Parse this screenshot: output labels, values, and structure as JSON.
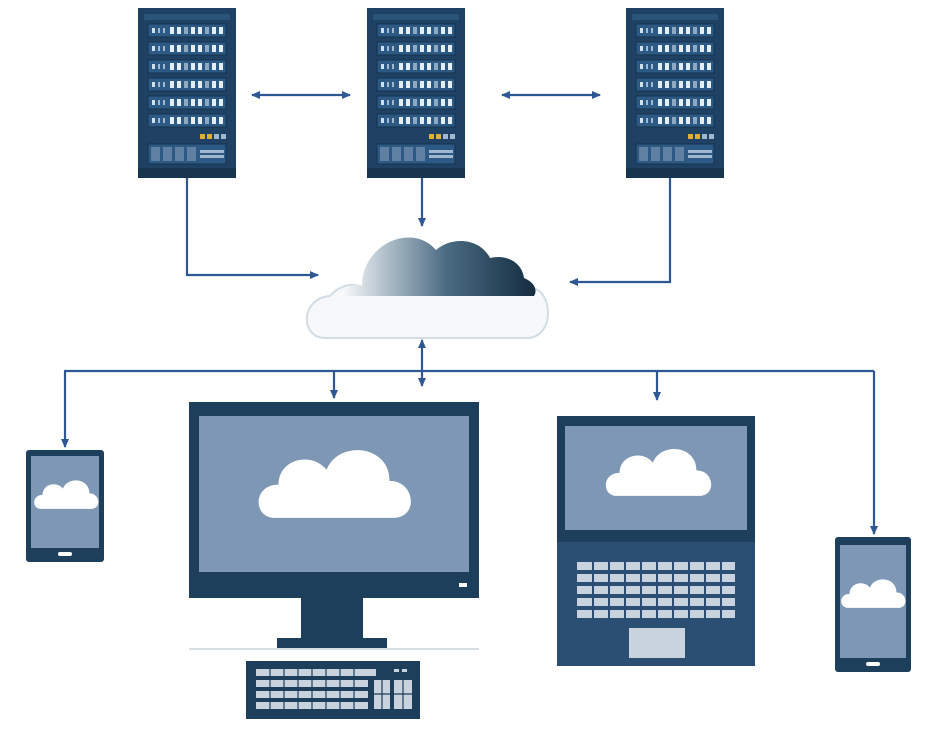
{
  "colors": {
    "background": "#ffffff",
    "device_frame": "#1d3f5c",
    "screen": "#7d97b5",
    "arrow": "#2e5794",
    "cloud_dark": "#1f3a50",
    "cloud_light": "#f2f5f8",
    "rack_body": "#1f4163",
    "rack_unit": "#2c5a85"
  },
  "nodes": {
    "servers": [
      {
        "id": "server-1",
        "icon": "server-rack-icon"
      },
      {
        "id": "server-2",
        "icon": "server-rack-icon"
      },
      {
        "id": "server-3",
        "icon": "server-rack-icon"
      }
    ],
    "cloud": {
      "id": "cloud",
      "icon": "cloud-icon"
    },
    "devices": [
      {
        "id": "tablet",
        "icon": "tablet-icon"
      },
      {
        "id": "desktop",
        "icon": "desktop-monitor-icon"
      },
      {
        "id": "keyboard",
        "icon": "keyboard-icon"
      },
      {
        "id": "laptop",
        "icon": "laptop-icon"
      },
      {
        "id": "phone",
        "icon": "smartphone-icon"
      }
    ]
  },
  "edges": [
    {
      "from": "server-1",
      "to": "server-2",
      "direction": "both"
    },
    {
      "from": "server-2",
      "to": "server-3",
      "direction": "both"
    },
    {
      "from": "server-1",
      "to": "cloud",
      "direction": "forward"
    },
    {
      "from": "server-2",
      "to": "cloud",
      "direction": "forward"
    },
    {
      "from": "server-3",
      "to": "cloud",
      "direction": "forward"
    },
    {
      "from": "cloud",
      "to": "bus",
      "direction": "both"
    },
    {
      "from": "bus",
      "to": "tablet",
      "direction": "forward"
    },
    {
      "from": "bus",
      "to": "desktop",
      "direction": "forward"
    },
    {
      "from": "bus",
      "to": "laptop",
      "direction": "forward"
    },
    {
      "from": "bus",
      "to": "phone",
      "direction": "forward"
    }
  ]
}
